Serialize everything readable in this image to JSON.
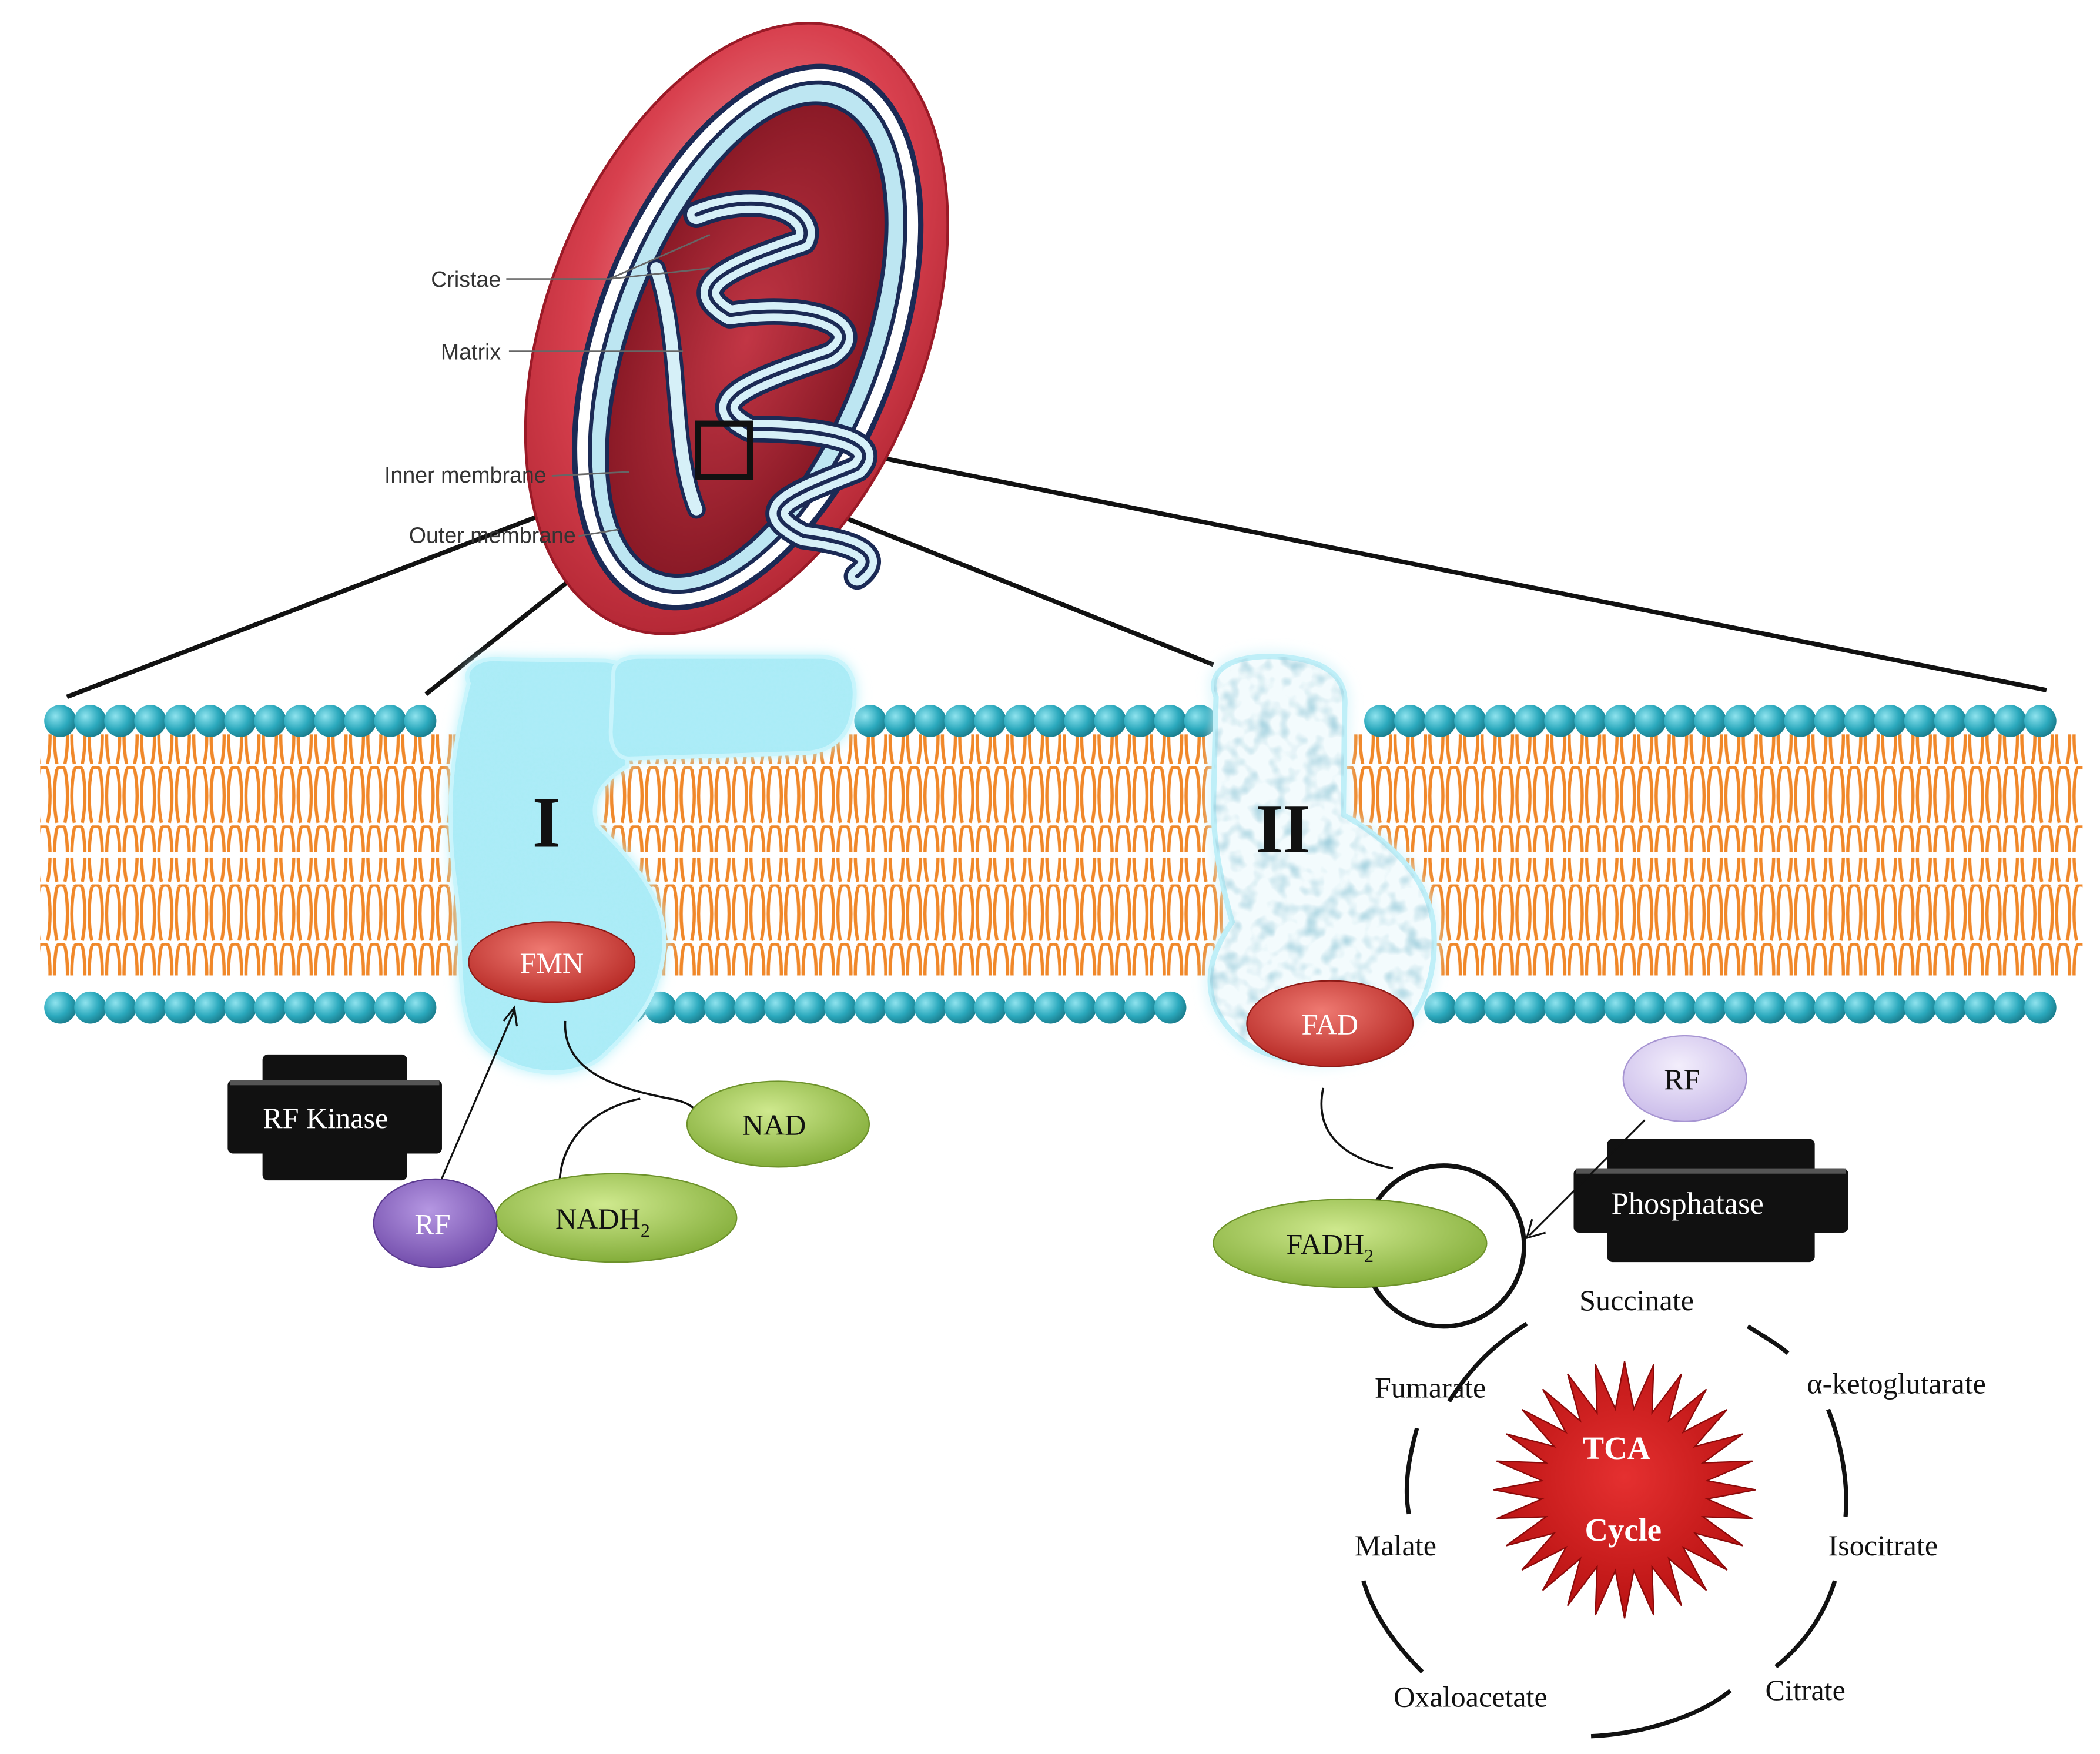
{
  "mitochondrion": {
    "labels": {
      "cristae": "Cristae",
      "matrix": "Matrix",
      "inner_membrane": "Inner membrane",
      "outer_membrane": "Outer membrane"
    }
  },
  "complexes": {
    "complex_1": {
      "numeral": "I",
      "cofactor": "FMN"
    },
    "complex_2": {
      "numeral": "II",
      "cofactor": "FAD"
    }
  },
  "left_pathway": {
    "enzyme": "RF Kinase",
    "substrate": "RF",
    "nad": "NAD",
    "nadh": {
      "base": "NADH",
      "sub": "2"
    }
  },
  "right_pathway": {
    "enzyme": "Phosphatase",
    "substrate": "RF",
    "fadh": {
      "base": "FADH",
      "sub": "2"
    }
  },
  "tca_cycle": {
    "center_line1": "TCA",
    "center_line2": "Cycle",
    "metabolites": {
      "succinate": "Succinate",
      "ketoglutarate": "α-ketoglutarate",
      "isocitrate": "Isocitrate",
      "citrate": "Citrate",
      "oxaloacetate": "Oxaloacetate",
      "malate": "Malate",
      "fumarate": "Fumarate"
    }
  },
  "colors": {
    "mito_red": "#d8404e",
    "lipid_head": "#2ba9bd",
    "lipid_tail": "#f0882a",
    "complex_fill": "#a9ecf7",
    "cofactor_red": "#c8302f",
    "green_oval": "#98c24a",
    "rf_purple": "#8a63c0",
    "rf_lavender": "#d8cdef",
    "starburst": "#cc1414"
  }
}
